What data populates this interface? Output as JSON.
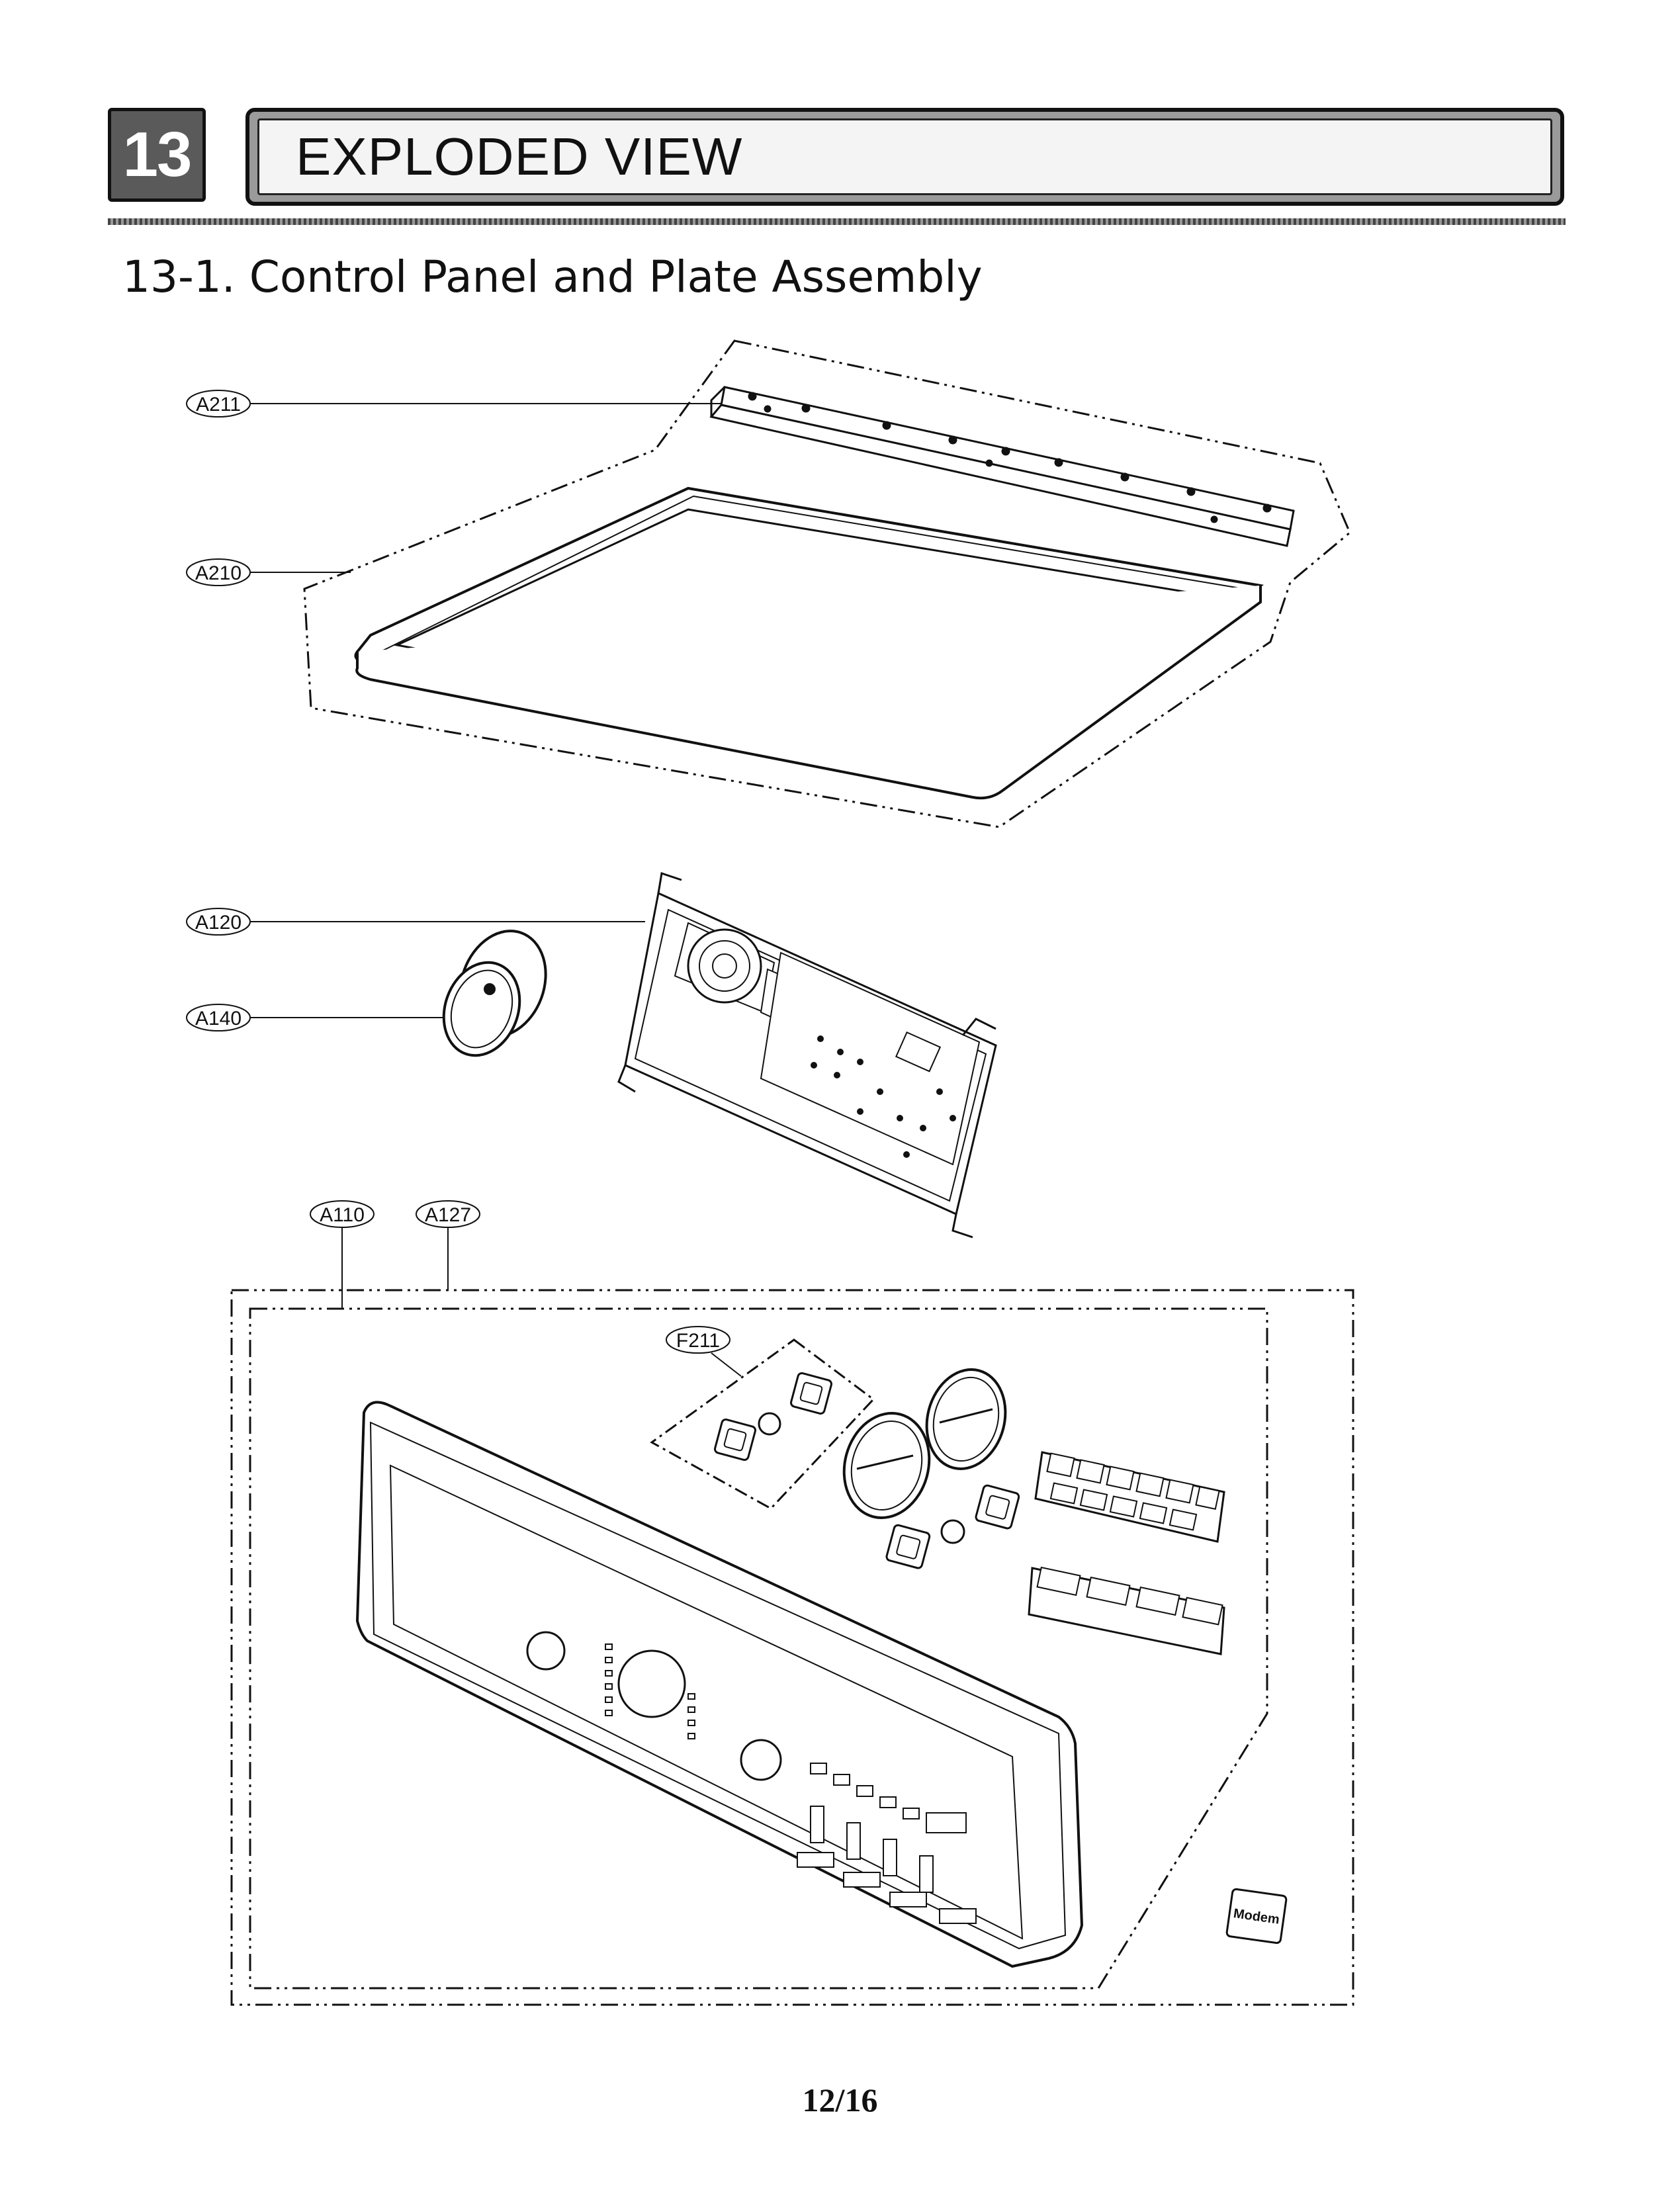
{
  "header": {
    "section_number": "13",
    "title": "EXPLODED VIEW",
    "subtitle": "13-1. Control Panel and Plate Assembly"
  },
  "callouts": {
    "a211": "A211",
    "a210": "A210",
    "a120": "A120",
    "a140": "A140",
    "a110": "A110",
    "a127": "A127",
    "f211": "F211"
  },
  "modem_tag": "Modem",
  "footer": {
    "page_number": "12/16"
  }
}
